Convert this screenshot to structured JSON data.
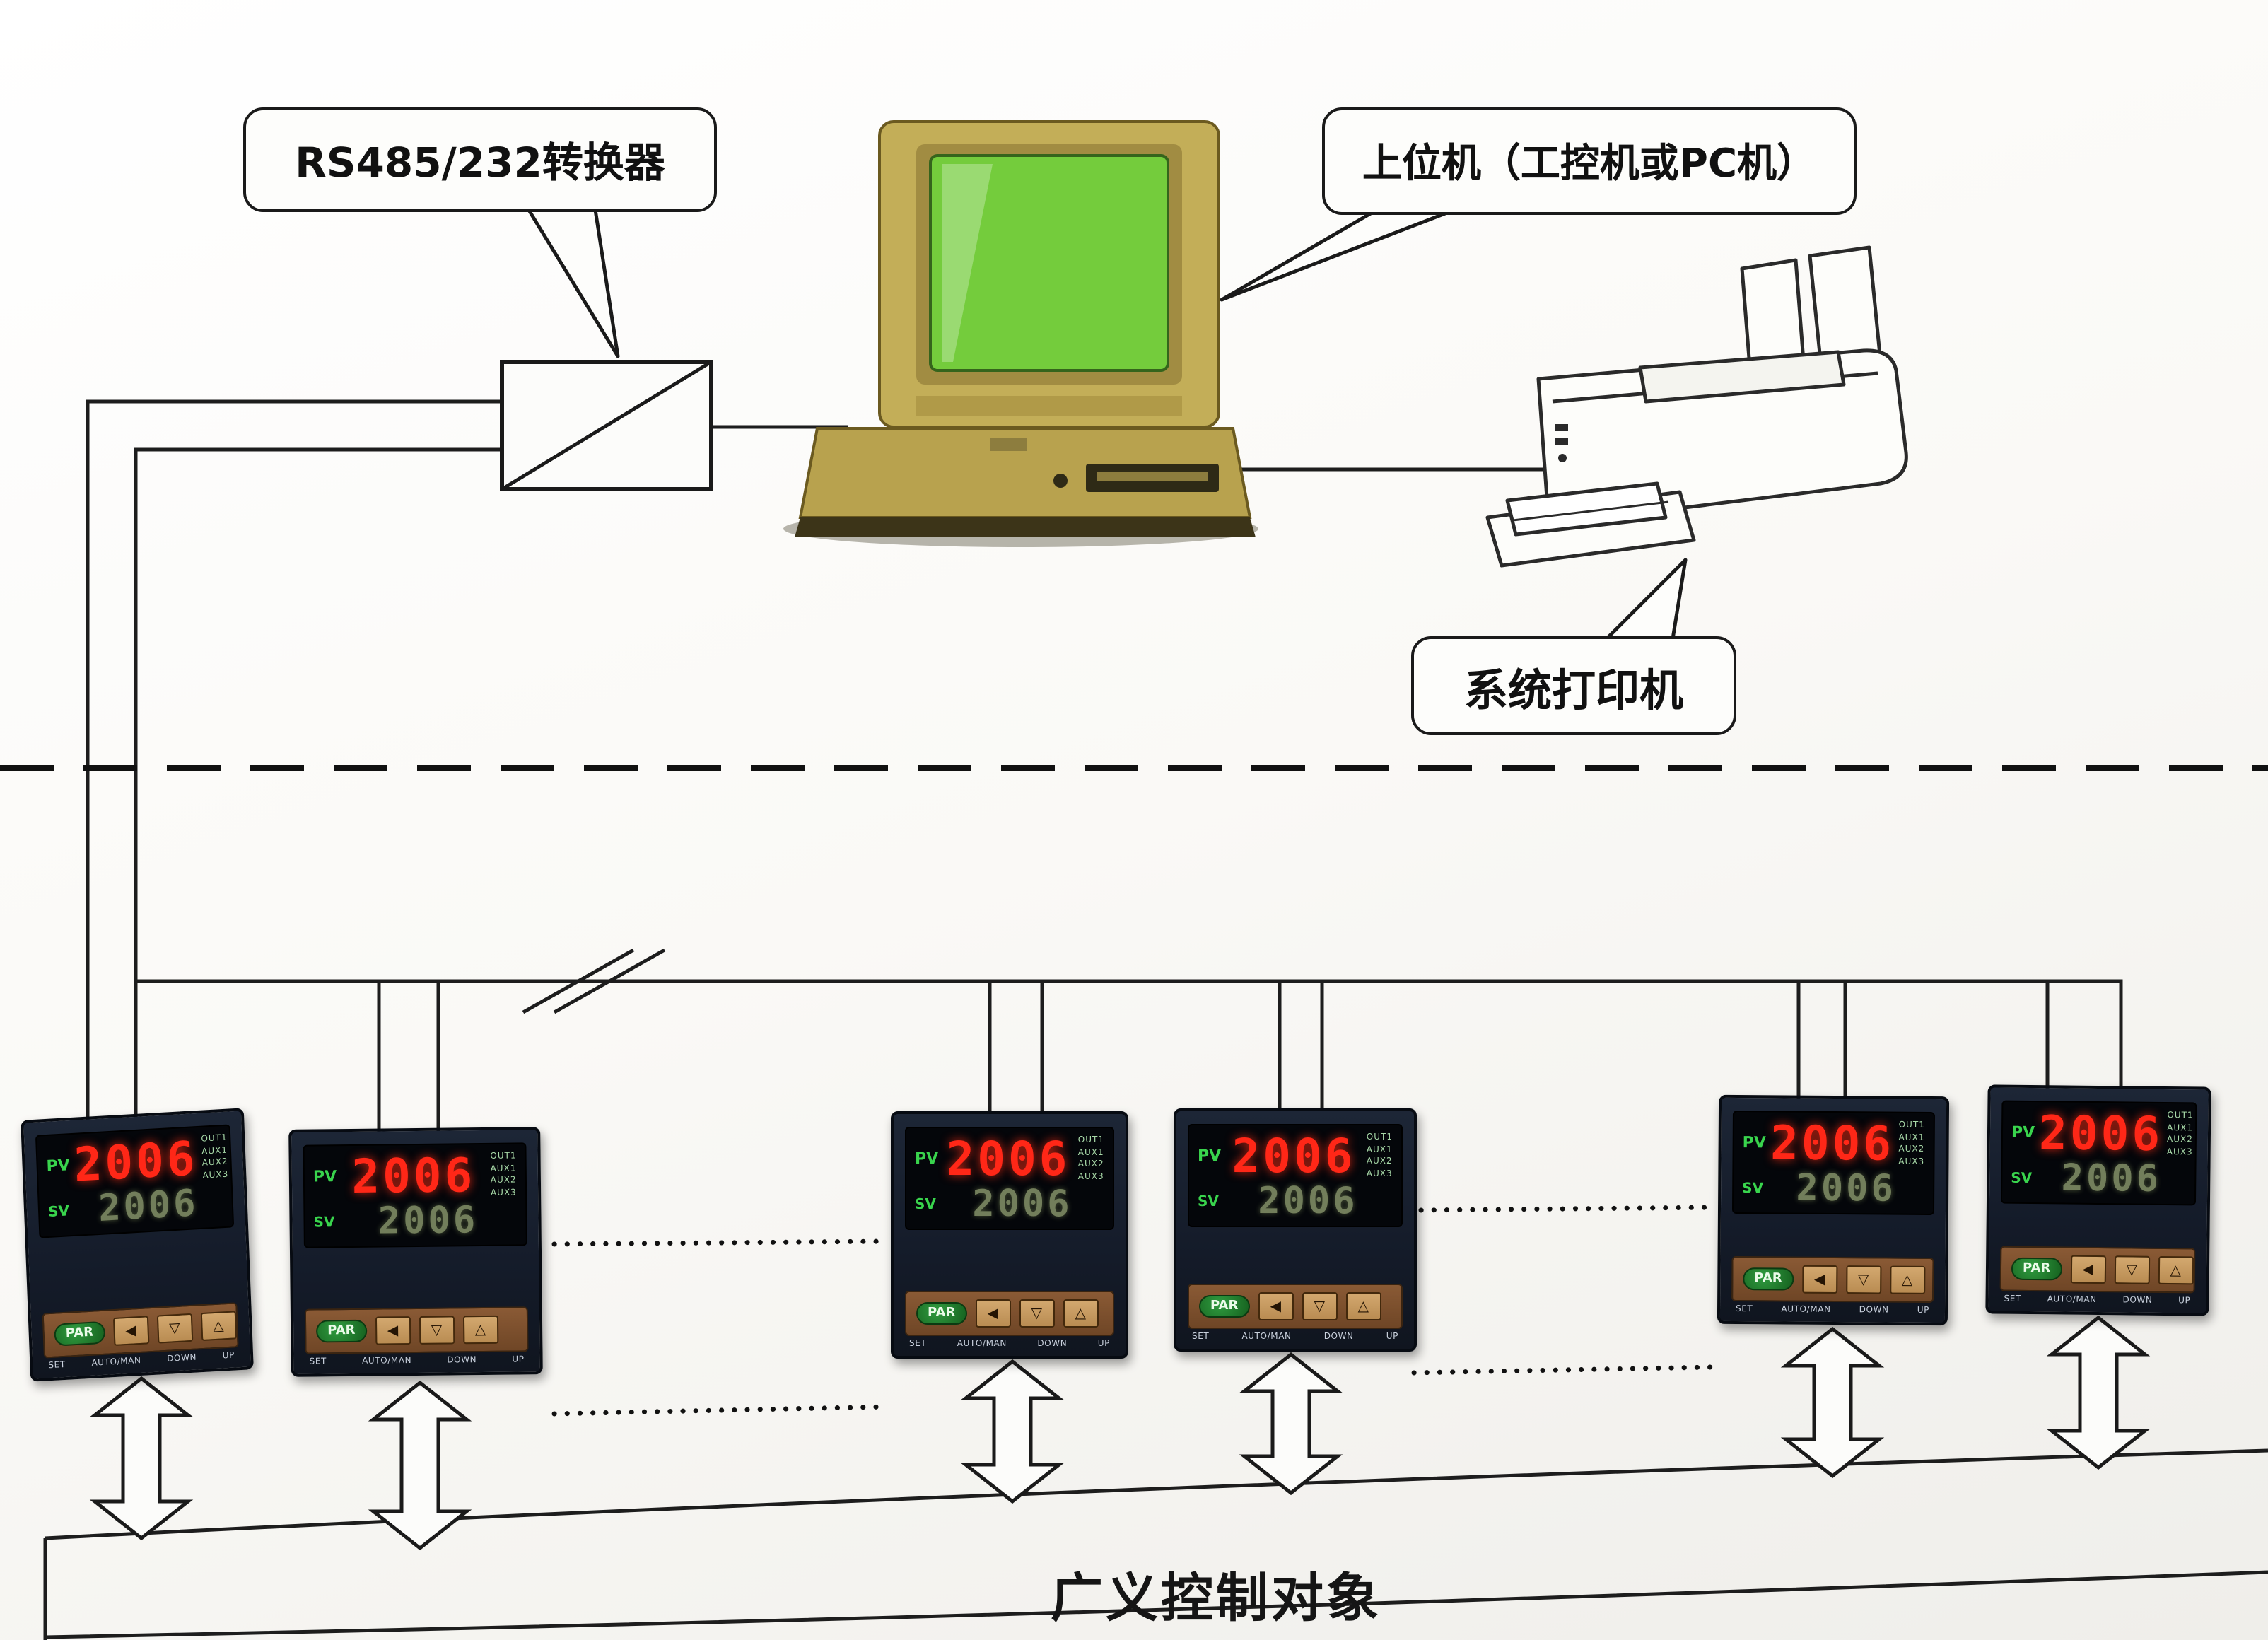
{
  "page": {
    "background": "#f8f7f3"
  },
  "callouts": {
    "converter_label": "RS485/232转换器",
    "host_label": "上位机（工控机或PC机）",
    "printer_label": "系统打印机"
  },
  "bottom_band": {
    "label": "广义控制对象"
  },
  "controller": {
    "count": 6,
    "pv_label": "PV",
    "pv_value": "2006",
    "sv_label": "SV",
    "sv_value": "2006",
    "par_button_label": "PAR",
    "key_symbols": [
      "◀",
      "▽",
      "△"
    ],
    "key_captions": [
      "SET",
      "AUTO/MAN",
      "DOWN",
      "UP"
    ],
    "indicator_labels": [
      "OUT1",
      "AUX1",
      "AUX2",
      "AUX3"
    ]
  },
  "colors": {
    "pv_display_red": "#ff2717",
    "sv_display_green": "#7e8c64",
    "monitor_screen_green": "#74cc3c",
    "computer_case_tan": "#c3ae58",
    "keypad_brown": "#7a4f2e",
    "line_black": "#1d1d1d"
  }
}
